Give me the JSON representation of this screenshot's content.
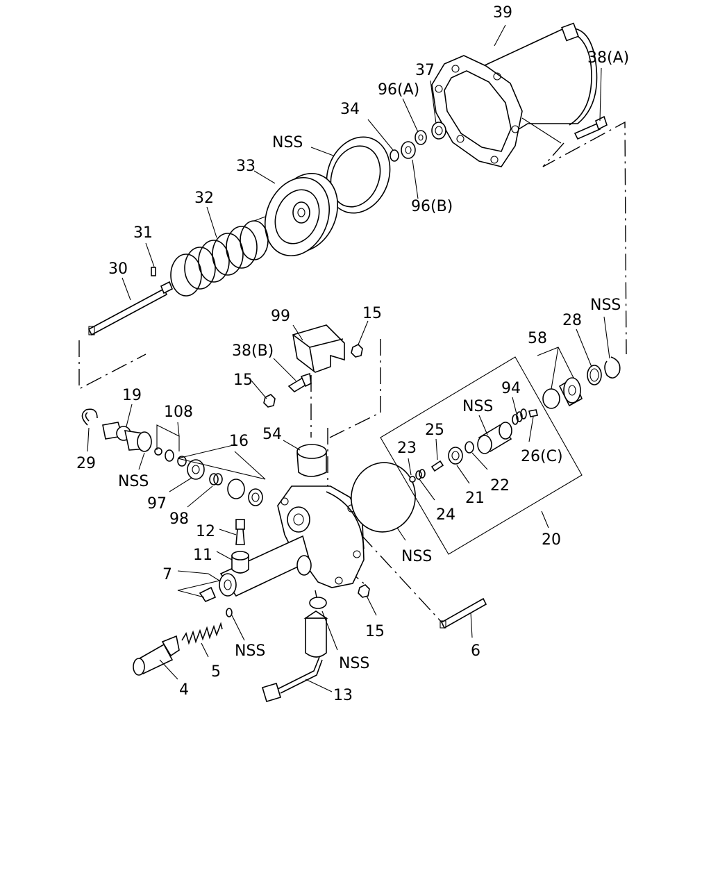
{
  "diagram": {
    "callouts": {
      "p39": "39",
      "p38a": "38(A)",
      "p37": "37",
      "p96a": "96(A)",
      "p34": "34",
      "nss_seal": "NSS",
      "p96b": "96(B)",
      "p33": "33",
      "p32": "32",
      "p31": "31",
      "p30": "30",
      "p99": "99",
      "p15_top": "15",
      "p38b": "38(B)",
      "p15_left": "15",
      "nss_snap": "NSS",
      "p28": "28",
      "p58": "58",
      "p94": "94",
      "nss_valve": "NSS",
      "p25": "25",
      "p23": "23",
      "p26c": "26(C)",
      "p22": "22",
      "p21": "21",
      "p24": "24",
      "p20": "20",
      "p19": "19",
      "p108": "108",
      "p29": "29",
      "nss_19": "NSS",
      "p16": "16",
      "p54": "54",
      "p97": "97",
      "p98": "98",
      "nss_gasket": "NSS",
      "p12": "12",
      "p11": "11",
      "p7": "7",
      "p15_bottom": "15",
      "p6": "6",
      "nss_ring": "NSS",
      "p5": "5",
      "nss_oring": "NSS",
      "p4": "4",
      "p13": "13"
    }
  }
}
